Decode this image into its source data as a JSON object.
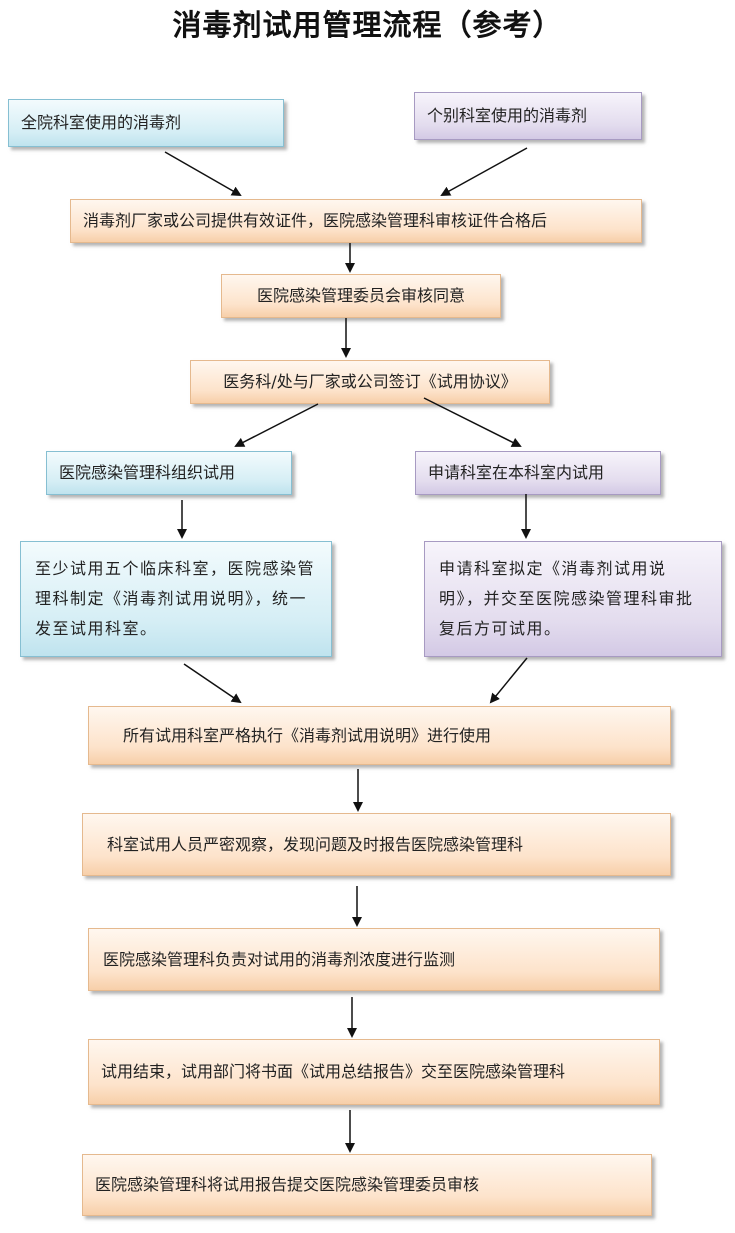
{
  "title": "消毒剂试用管理流程（参考）",
  "nodes": {
    "source_all": "全院科室使用的消毒剂",
    "source_individual": "个别科室使用的消毒剂",
    "vendor_certificate": "消毒剂厂家或公司提供有效证件，医院感染管理科审核证件合格后",
    "committee_review": "医院感染管理委员会审核同意",
    "sign_agreement": "医务科/处与厂家或公司签订《试用协议》",
    "branch_left": "医院感染管理科组织试用",
    "branch_right": "申请科室在本科室内试用",
    "detail_left": "至少试用五个临床科室，医院感染管理科制定《消毒剂试用说明》，统一发至试用科室。",
    "detail_right": "申请科室拟定《消毒剂试用说明》，并交至医院感染管理科审批复后方可试用。",
    "execute": "所有试用科室严格执行《消毒剂试用说明》进行使用",
    "observe": "科室试用人员严密观察，发现问题及时报告医院感染管理科",
    "monitor": "医院感染管理科负责对试用的消毒剂浓度进行监测",
    "finish": "试用结束，试用部门将书面《试用总结报告》交至医院感染管理科",
    "submit": "医院感染管理科将试用报告提交医院感染管理委员审核"
  }
}
